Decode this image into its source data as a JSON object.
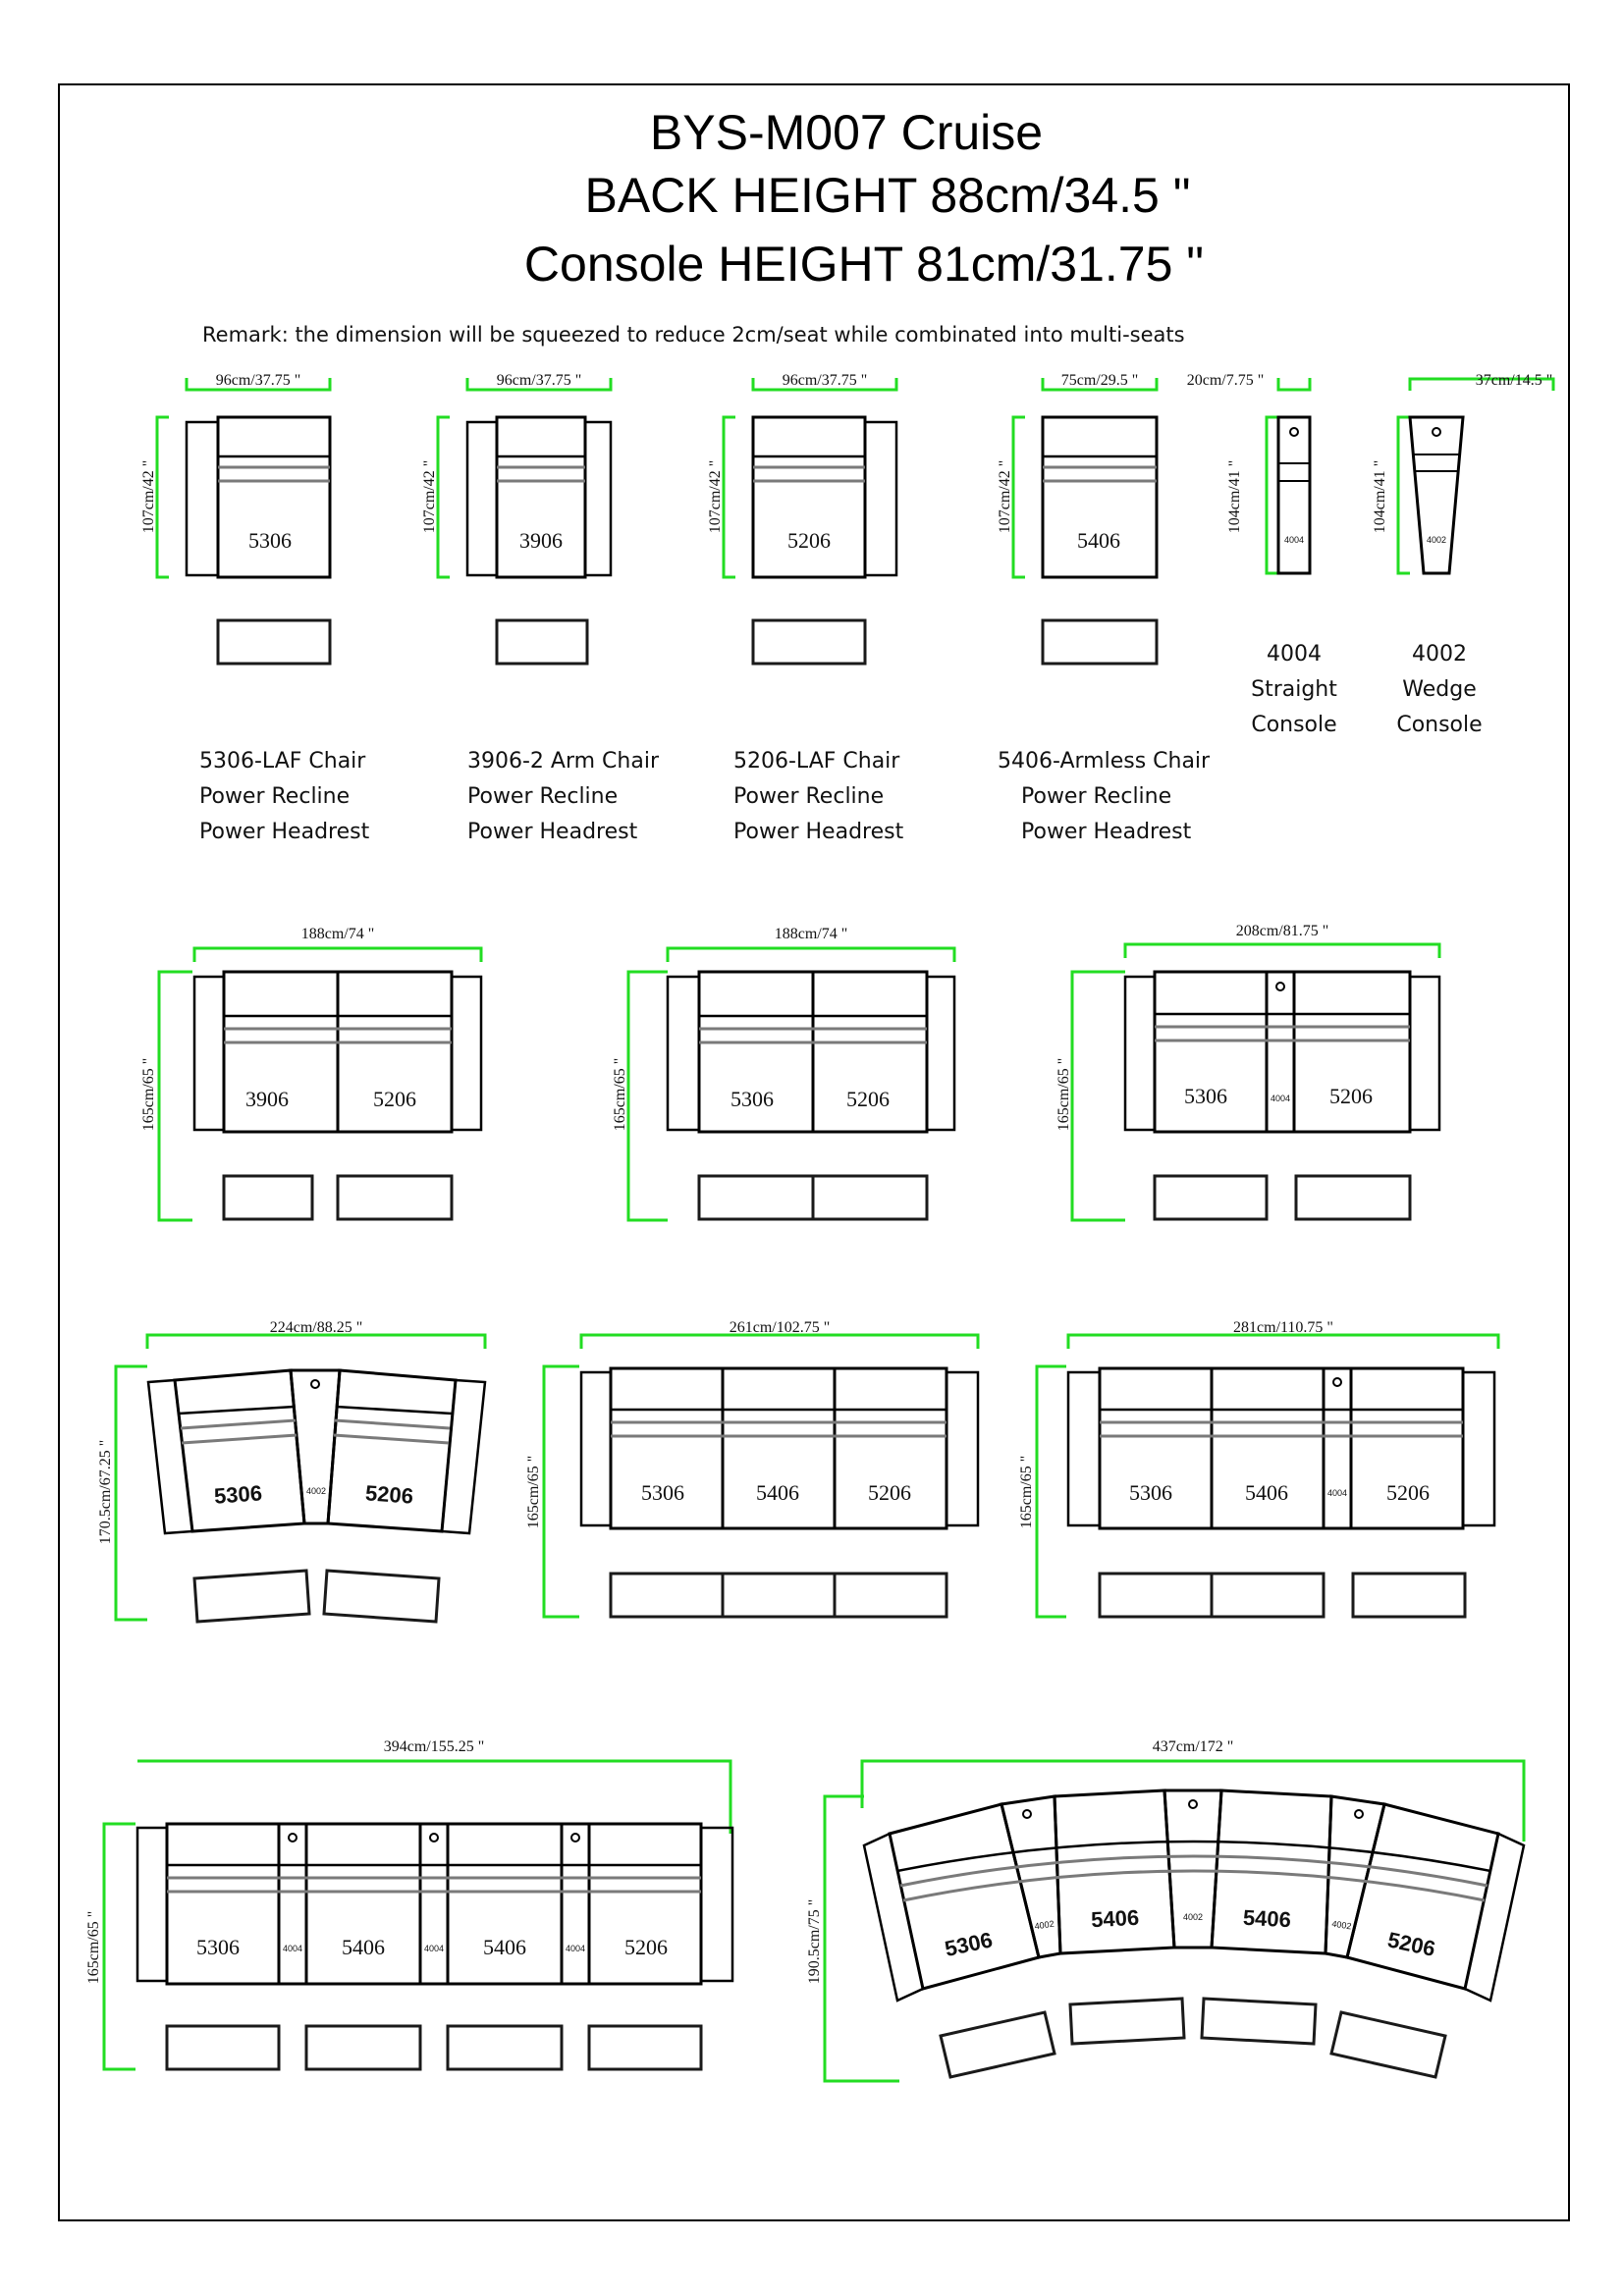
{
  "header": {
    "title": "BYS-M007 Cruise",
    "back_height": "BACK HEIGHT 88cm/34.5 \"",
    "console_height": "Console HEIGHT 81cm/31.75 \"",
    "remark": "Remark: the dimension will be squeezed to reduce 2cm/seat while combinated into multi-seats"
  },
  "colors": {
    "dimension_line": "#22dd22",
    "outline": "#000000",
    "seat_band": "#7a7a7a"
  },
  "pieces": [
    {
      "code": "5306",
      "width": "96cm/37.75 \"",
      "depth": "107cm/42 \"",
      "caption": [
        "5306-LAF Chair",
        "Power Recline",
        "Power Headrest"
      ]
    },
    {
      "code": "3906",
      "width": "96cm/37.75 \"",
      "depth": "107cm/42 \"",
      "caption": [
        "3906-2 Arm Chair",
        "Power Recline",
        "Power Headrest"
      ]
    },
    {
      "code": "5206",
      "width": "96cm/37.75 \"",
      "depth": "107cm/42 \"",
      "caption": [
        "5206-LAF Chair",
        "Power Recline",
        "Power Headrest"
      ]
    },
    {
      "code": "5406",
      "width": "75cm/29.5 \"",
      "depth": "107cm/42 \"",
      "caption": [
        "5406-Armless Chair",
        "Power Recline",
        "Power Headrest"
      ]
    },
    {
      "code": "4004",
      "width": "20cm/7.75 \"",
      "depth": "104cm/41 \"",
      "caption": [
        "4004",
        "Straight",
        "Console"
      ]
    },
    {
      "code": "4002",
      "width": "37cm/14.5 \"",
      "depth": "104cm/41 \"",
      "caption": [
        "4002",
        "Wedge",
        "Console"
      ]
    }
  ],
  "combos": {
    "c1": {
      "width": "188cm/74 \"",
      "depth": "165cm/65 \"",
      "seats": [
        "3906",
        "5206"
      ]
    },
    "c2": {
      "width": "188cm/74 \"",
      "depth": "165cm/65 \"",
      "seats": [
        "5306",
        "5206"
      ]
    },
    "c3": {
      "width": "208cm/81.75 \"",
      "depth": "165cm/65 \"",
      "seats": [
        "5306",
        "4004",
        "5206"
      ]
    },
    "c4": {
      "width": "224cm/88.25 \"",
      "depth": "170.5cm/67.25 \"",
      "seats": [
        "5306",
        "4002",
        "5206"
      ]
    },
    "c5": {
      "width": "261cm/102.75 \"",
      "depth": "165cm/65 \"",
      "seats": [
        "5306",
        "5406",
        "5206"
      ]
    },
    "c6": {
      "width": "281cm/110.75 \"",
      "depth": "165cm/65 \"",
      "seats": [
        "5306",
        "5406",
        "4004",
        "5206"
      ]
    },
    "c7": {
      "width": "394cm/155.25 \"",
      "depth": "165cm/65 \"",
      "seats": [
        "5306",
        "4004",
        "5406",
        "4004",
        "5406",
        "4004",
        "5206"
      ]
    },
    "c8": {
      "width": "437cm/172 \"",
      "depth": "190.5cm/75 \"",
      "seats": [
        "5306",
        "4002",
        "5406",
        "4002",
        "5406",
        "4002",
        "5206"
      ]
    }
  }
}
